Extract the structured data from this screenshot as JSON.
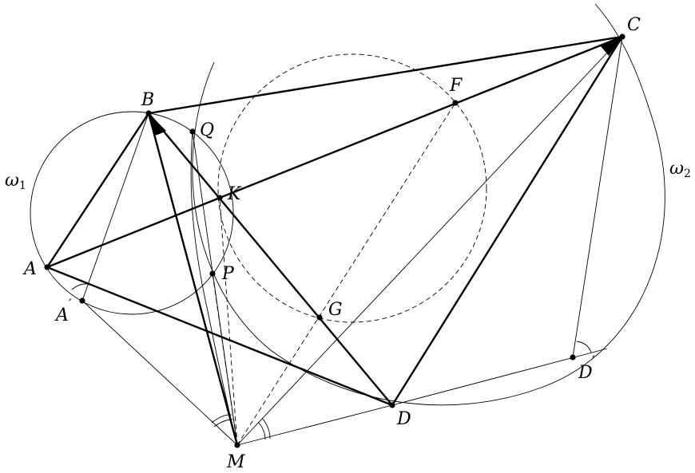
{
  "figure": {
    "points": {
      "A": "A",
      "A_prime": "A",
      "B": "B",
      "C": "C",
      "D": "D",
      "D_prime": "D",
      "F": "F",
      "G": "G",
      "K": "K",
      "M": "M",
      "P": "P",
      "Q": "Q"
    },
    "prime_mark": "′",
    "circles": {
      "omega1": {
        "symbol": "ω",
        "index": "1"
      },
      "omega2": {
        "symbol": "ω",
        "index": "2"
      }
    }
  }
}
